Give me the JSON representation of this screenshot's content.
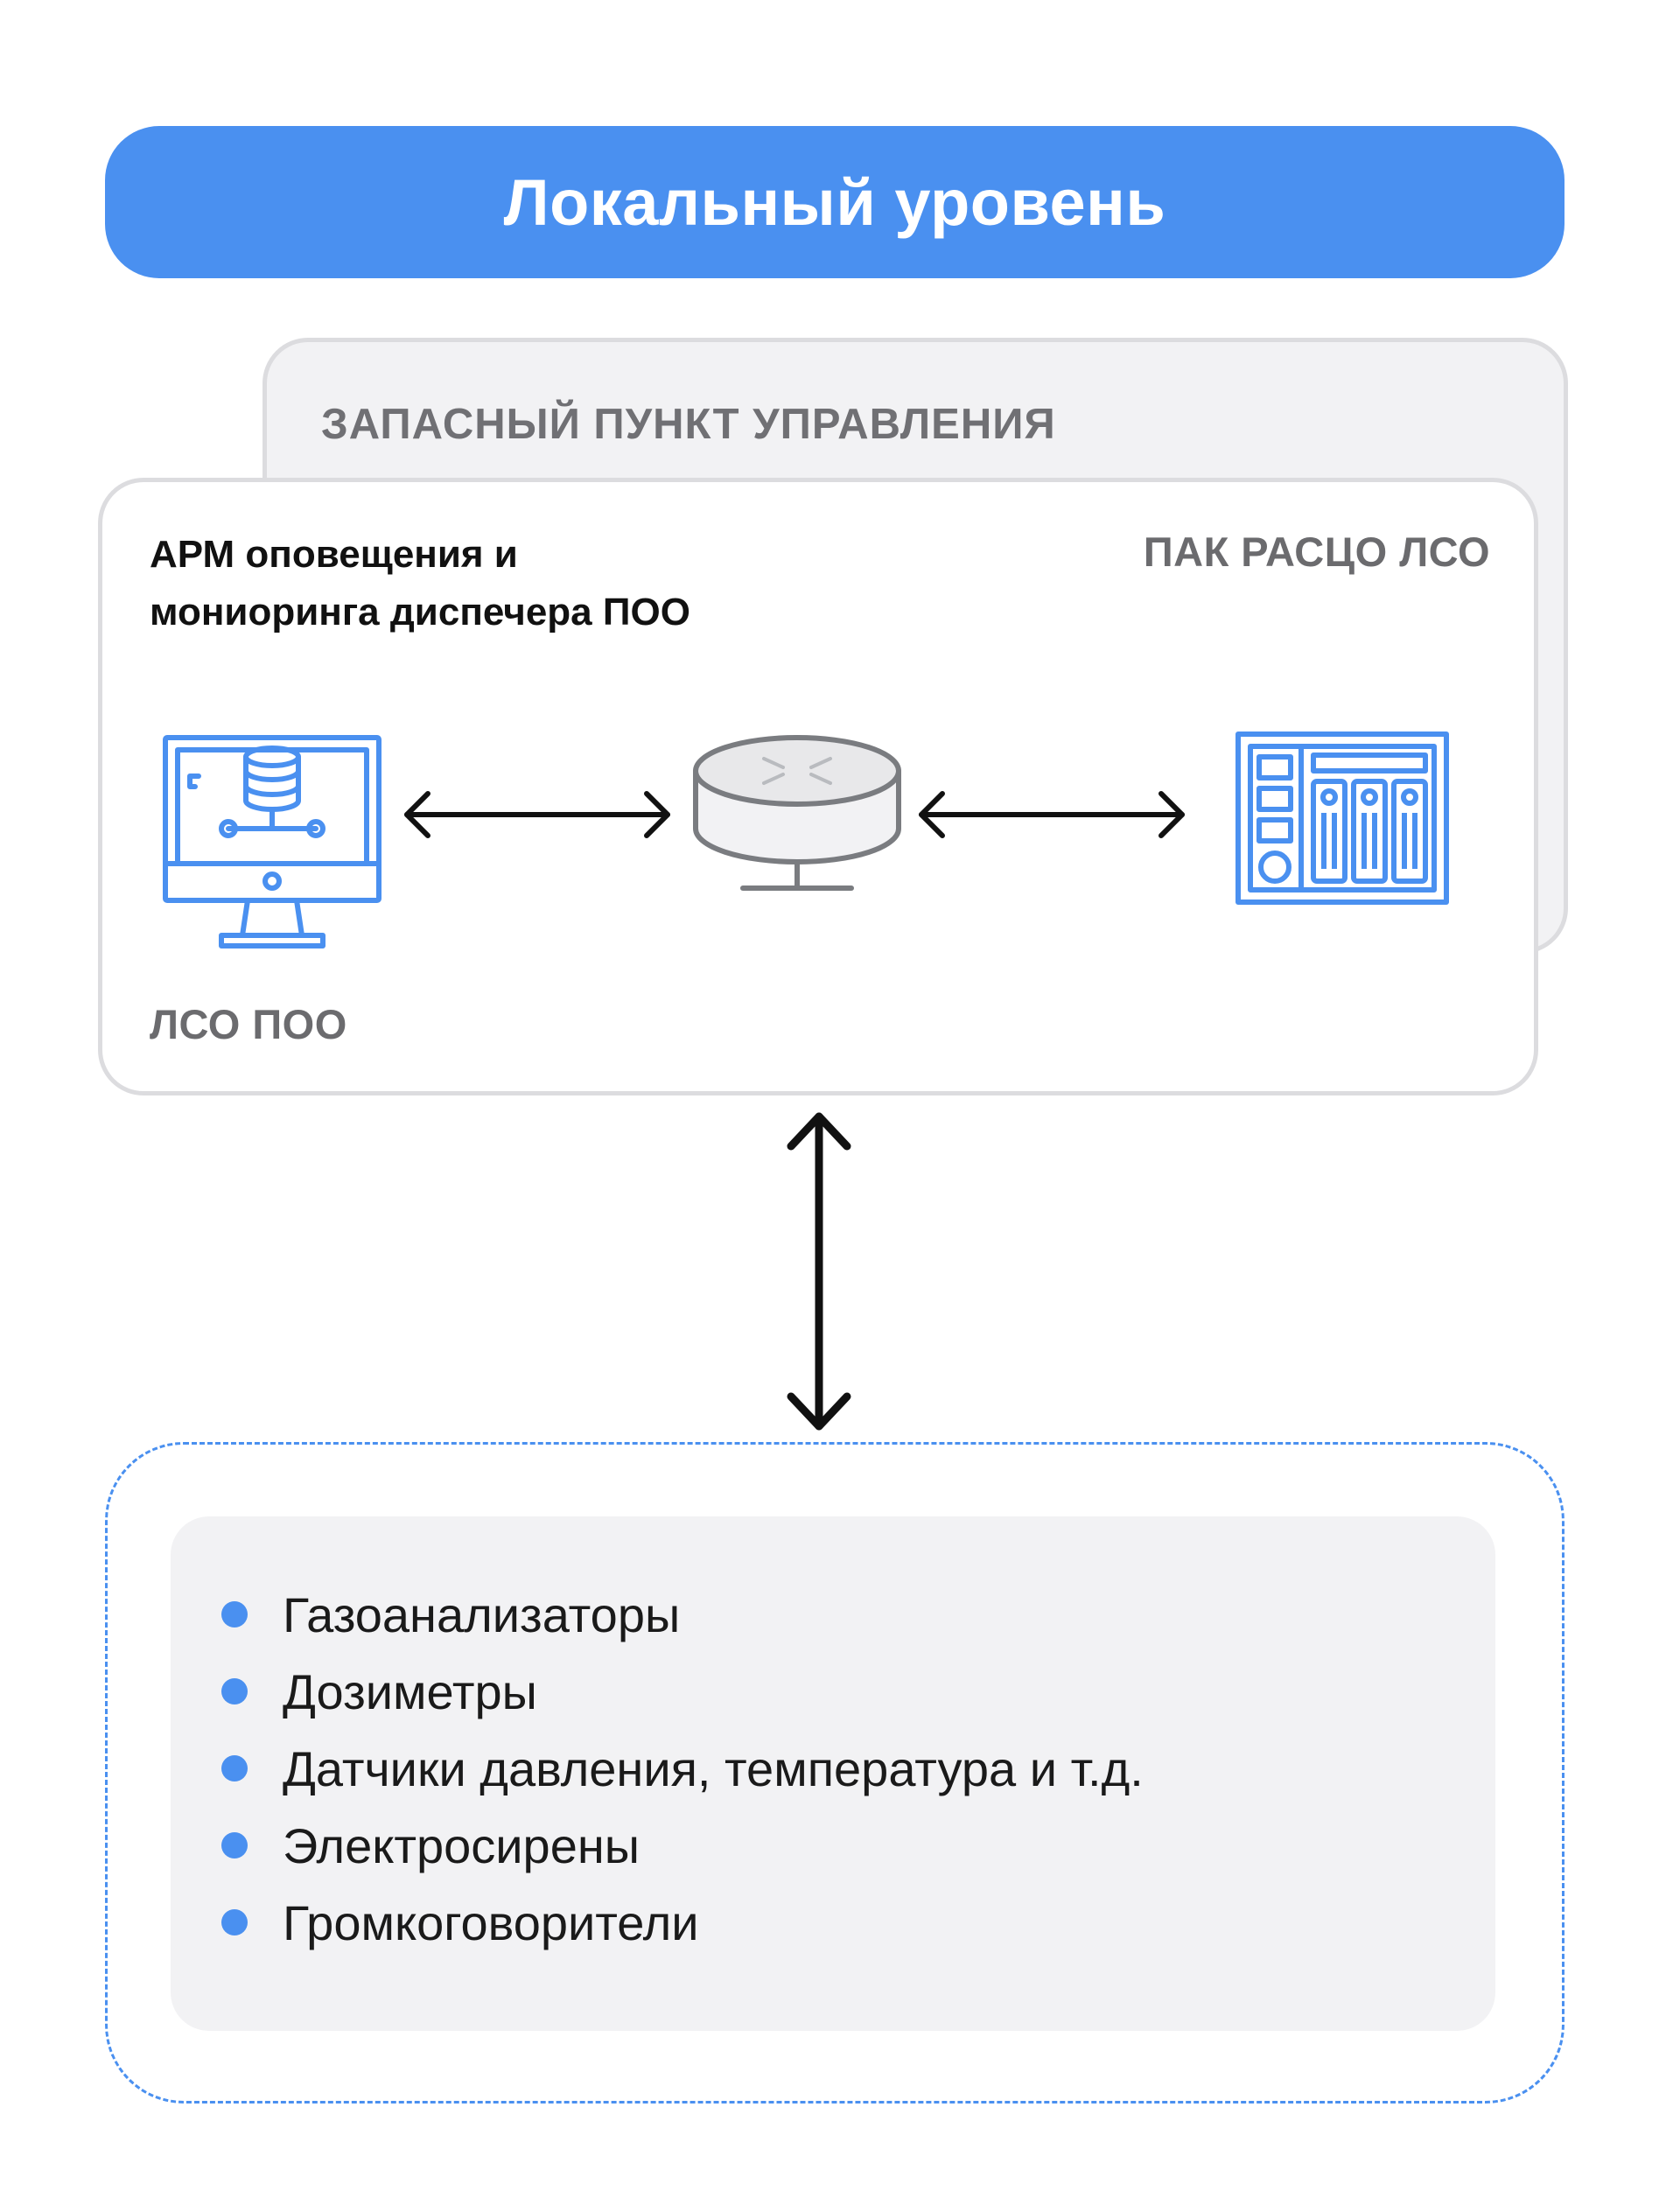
{
  "header": {
    "title": "Локальный уровень"
  },
  "backup_panel": {
    "title": "ЗАПАСНЫЙ ПУНКТ УПРАВЛЕНИЯ"
  },
  "main_panel": {
    "arm_label_lines": [
      "АРМ оповещения и",
      "мониоринга диспечера ПОО"
    ],
    "pak_label": "ПАК РАСЦО ЛСО",
    "lso_label": "ЛСО ПОО"
  },
  "devices": {
    "items": [
      {
        "label": "Газоанализаторы"
      },
      {
        "label": "Дозиметры"
      },
      {
        "label": "Датчики давления, температура и т.д."
      },
      {
        "label": "Электросирены"
      },
      {
        "label": "Громкоговорители"
      }
    ]
  },
  "colors": {
    "accent": "#4a90f0",
    "icon_gray": "#7a7c80",
    "arrow": "#111111",
    "panel_gray": "#f2f2f4",
    "border_gray": "#dcdcdf"
  },
  "icons": {
    "workstation": "computer-database-icon",
    "router": "router-icon",
    "server_rack": "server-storage-icon"
  }
}
